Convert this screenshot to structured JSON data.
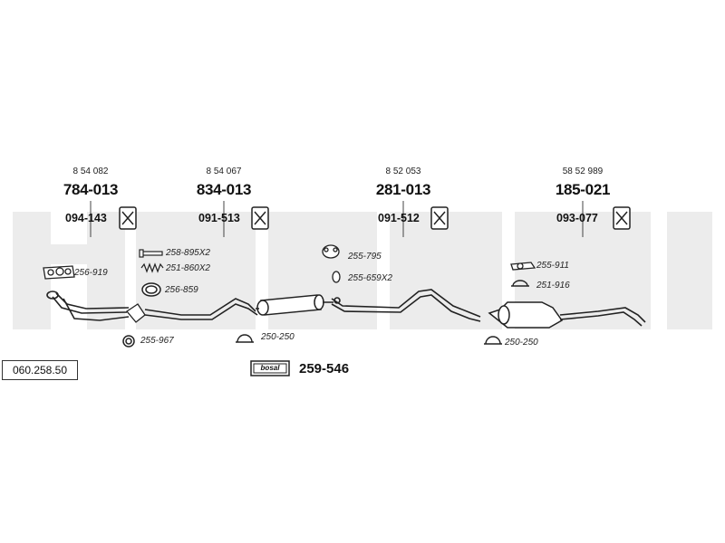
{
  "document_number": "060.258.50",
  "watermark": "bosal",
  "parts": [
    {
      "oem": "8 54 082",
      "part": "784-013",
      "mount": "094-143"
    },
    {
      "oem": "8 54 067",
      "part": "834-013",
      "mount": "091-513"
    },
    {
      "oem": "8 52 053",
      "part": "281-013",
      "mount": "091-512"
    },
    {
      "oem": "58 52 989",
      "part": "185-021",
      "mount": "093-077"
    }
  ],
  "hardware": {
    "gasket_1": "256-919",
    "bolt": "258-895X2",
    "spring": "251-860X2",
    "ring": "256-859",
    "seal_ring": "255-967",
    "clamp_1": "250-250",
    "clamp_2": "255-795",
    "clamp_3": "255-659X2",
    "clamp_4": "255-911",
    "clamp_5": "251-916",
    "clamp_6": "250-250"
  },
  "kit": {
    "brand": "bosal",
    "number": "259-546"
  },
  "colors": {
    "watermark": "#e9e9e9",
    "line": "#222222"
  }
}
